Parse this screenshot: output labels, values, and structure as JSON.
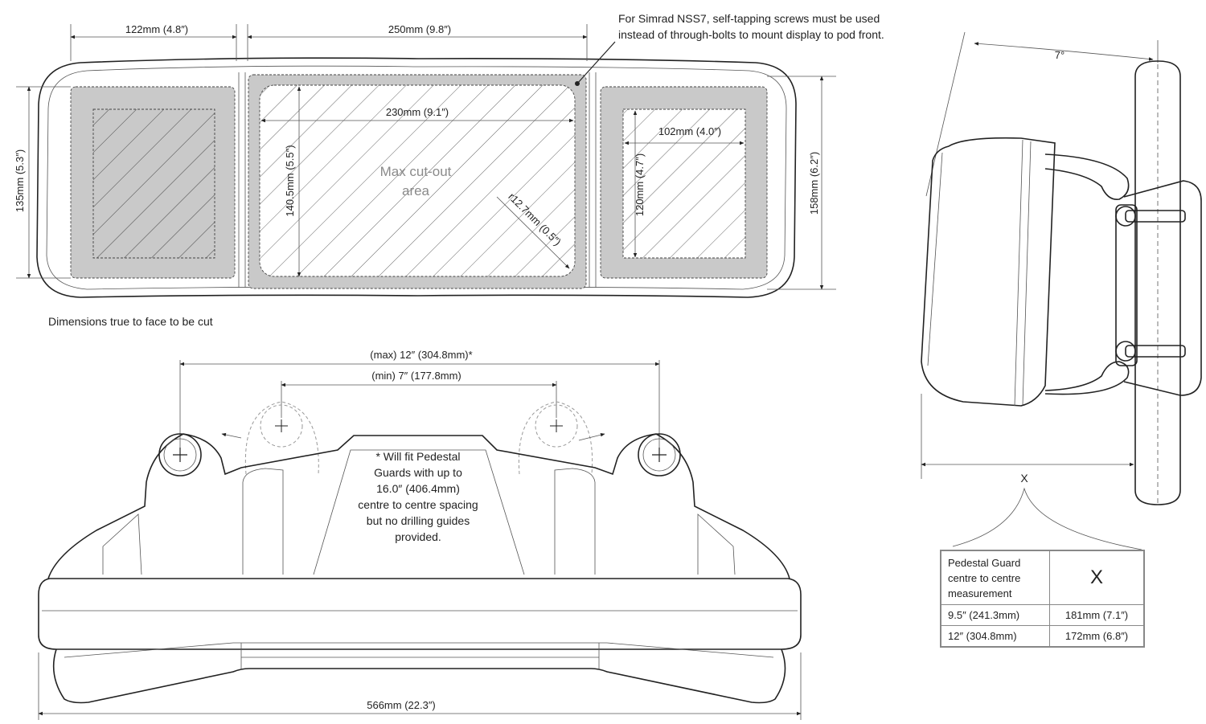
{
  "front_view": {
    "dim_left_width": "122mm  (4.8″)",
    "dim_center_width": "250mm  (9.8″)",
    "dim_inner_width": "230mm  (9.1″)",
    "dim_right_inner_width": "102mm  (4.0″)",
    "dim_left_height": "135mm  (5.3″)",
    "dim_center_height": "140.5mm  (5.5″)",
    "dim_right_inner_height": "120mm  (4.7″)",
    "dim_overall_height": "158mm  (6.2″)",
    "dim_radius": "r12.7mm  (0.5″)",
    "cutout_label_line1": "Max cut-out",
    "cutout_label_line2": "area",
    "screw_note_line1": "For Simrad NSS7, self-tapping screws must be used",
    "screw_note_line2": "instead of through-bolts to mount display to pod front.",
    "caption": "Dimensions true to face to be cut"
  },
  "top_view": {
    "dim_max_spacing": "(max) 12″ (304.8mm)*",
    "dim_min_spacing": "(min) 7″ (177.8mm)",
    "dim_overall_width": "566mm  (22.3″)",
    "note_lines": [
      "* Will fit Pedestal",
      "Guards with up to",
      "16.0″ (406.4mm)",
      "centre to centre spacing",
      "but no drilling guides",
      "provided."
    ]
  },
  "side_view": {
    "angle_label": "7°",
    "x_label": "X"
  },
  "table": {
    "header_col1_lines": [
      "Pedestal Guard",
      "centre to centre",
      "measurement"
    ],
    "header_col2": "X",
    "rows": [
      {
        "guard": "9.5″  (241.3mm)",
        "x": "181mm (7.1″)"
      },
      {
        "guard": "12″ (304.8mm)",
        "x": "172mm (6.8″)"
      }
    ]
  }
}
